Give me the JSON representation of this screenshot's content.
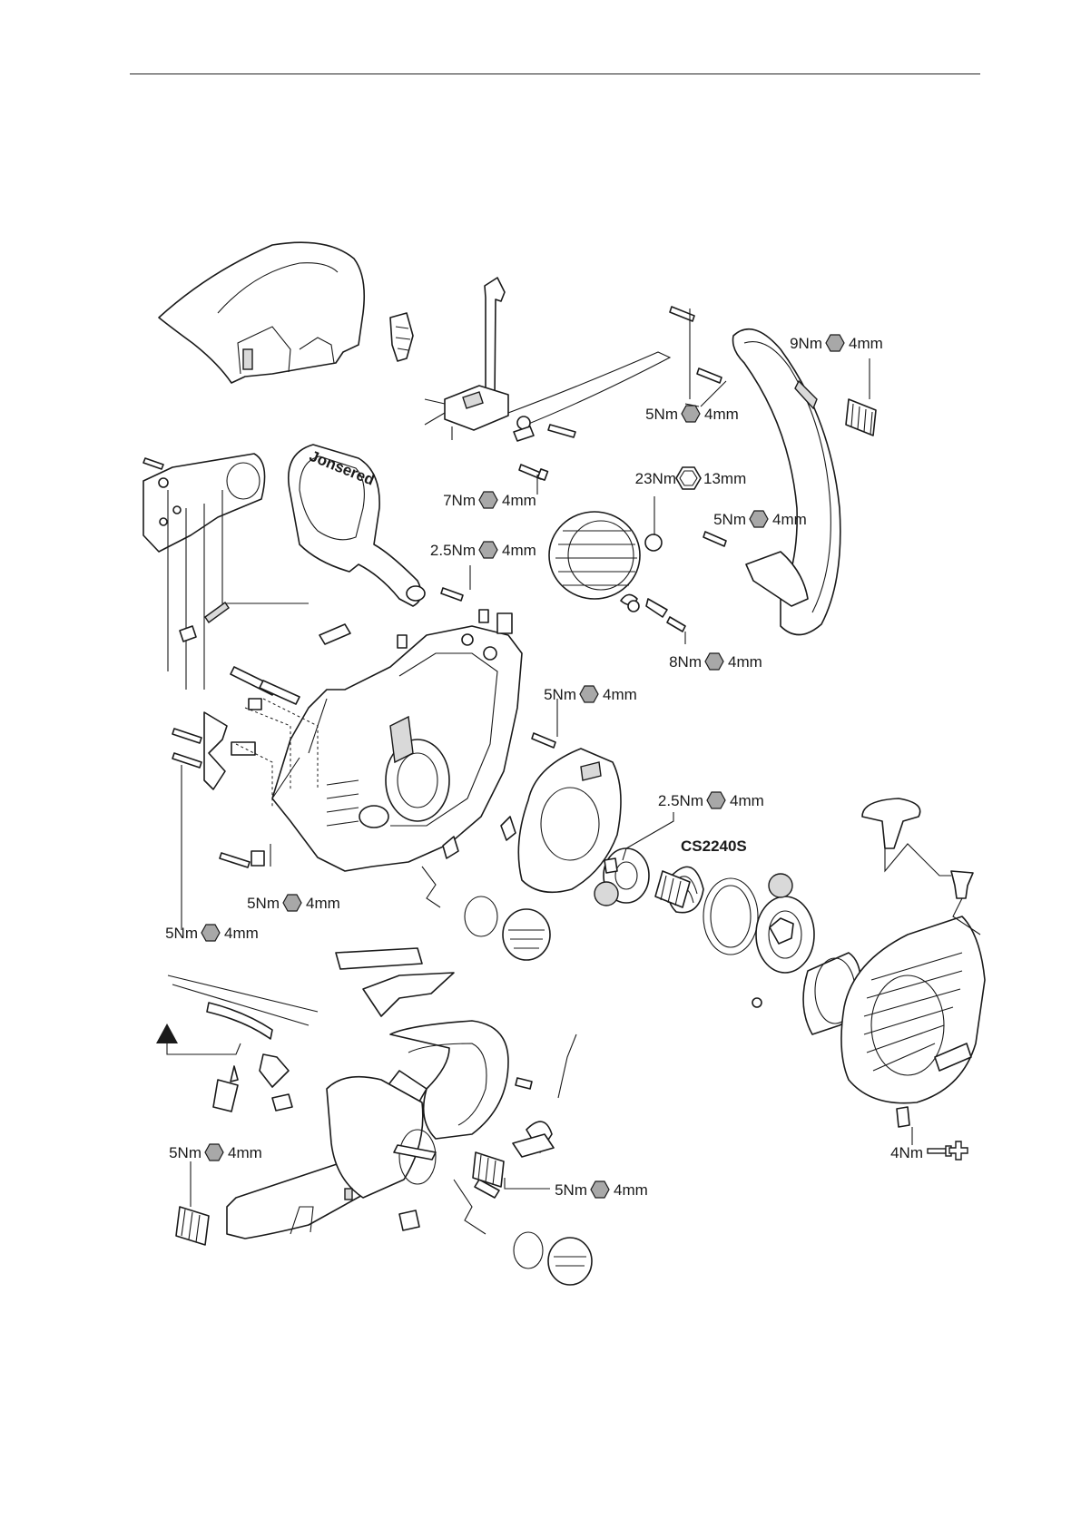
{
  "brand_text": "Jonsered",
  "model_label": "CS2240S",
  "torques": [
    {
      "id": "t1",
      "torque": "9Nm",
      "tool": "4mm"
    },
    {
      "id": "t2",
      "torque": "5Nm",
      "tool": "4mm"
    },
    {
      "id": "t3",
      "torque": "7Nm",
      "tool": "4mm"
    },
    {
      "id": "t4",
      "torque": "23Nm",
      "tool": "13mm"
    },
    {
      "id": "t5",
      "torque": "5Nm",
      "tool": "4mm"
    },
    {
      "id": "t6",
      "torque": "2.5Nm",
      "tool": "4mm"
    },
    {
      "id": "t7",
      "torque": "8Nm",
      "tool": "4mm"
    },
    {
      "id": "t8",
      "torque": "5Nm",
      "tool": "4mm"
    },
    {
      "id": "t9",
      "torque": "2.5Nm",
      "tool": "4mm"
    },
    {
      "id": "t10",
      "torque": "5Nm",
      "tool": "4mm"
    },
    {
      "id": "t11",
      "torque": "5Nm",
      "tool": "4mm"
    },
    {
      "id": "t12",
      "torque": "5Nm",
      "tool": "4mm"
    },
    {
      "id": "t13",
      "torque": "5Nm",
      "tool": "4mm"
    },
    {
      "id": "t14",
      "torque": "4Nm",
      "tool": ""
    }
  ],
  "icons": {
    "hex_key": "hex-key-icon",
    "socket": "socket-13mm-icon",
    "screwdriver": "screwdriver-icon",
    "warning": "triangle-marker-icon",
    "dot": "reference-dot-icon"
  },
  "colors": {
    "line": "#1a1a1a",
    "hex_fill": "#a8a8a8",
    "shade": "#d9d9d9"
  }
}
